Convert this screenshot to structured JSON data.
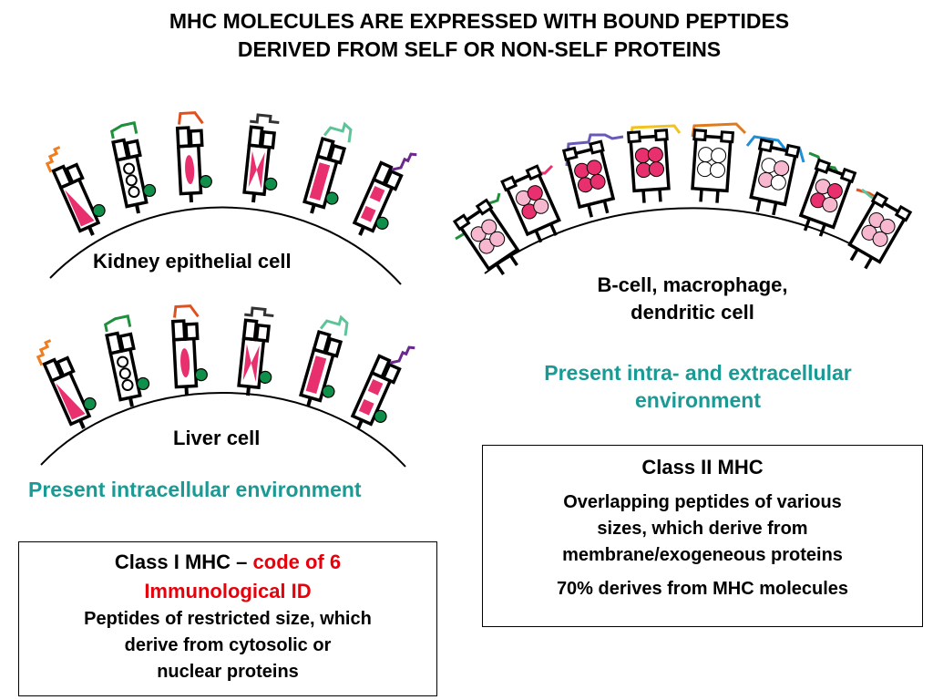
{
  "title": {
    "line1": "MHC MOLECULES ARE EXPRESSED WITH BOUND PEPTIDES",
    "line2": "DERIVED FROM SELF OR NON-SELF PROTEINS"
  },
  "cells": {
    "kidney_label": "Kidney epithelial cell",
    "liver_label": "Liver cell",
    "liver_caption": "Present intracellular environment",
    "apc_label_line1": "B-cell, macrophage,",
    "apc_label_line2": "dendritic cell",
    "apc_caption_line1": "Present intra- and extracellular",
    "apc_caption_line2": "environment"
  },
  "class1_box": {
    "heading_prefix": "Class I MHC – ",
    "heading_highlight_1": "code of 6",
    "heading_highlight_2": "Immunological ID",
    "body_line1": "Peptides of restricted size, which",
    "body_line2": "derive from cytosolic or",
    "body_line3": "nuclear proteins"
  },
  "class2_box": {
    "heading": "Class II MHC",
    "body_line1": "Overlapping peptides of various",
    "body_line2": "sizes, which derive from",
    "body_line3": "membrane/exogeneous proteins",
    "body_line4": "70% derives from MHC molecules"
  },
  "colors": {
    "teal": "#1a9a94",
    "red": "#e8000b",
    "peptide_orange": "#f07d1e",
    "peptide_green": "#1f8f3c",
    "peptide_red": "#e0501e",
    "peptide_mint": "#5fc39a",
    "peptide_purple": "#6a2a8c",
    "magenta": "#e8306e",
    "pink_light": "#f7b7cf",
    "beta2m_green": "#0f8f4a"
  },
  "icons": [
    "class-i-mhc-icon",
    "class-ii-mhc-icon",
    "peptide-icon",
    "beta2-microglobulin-icon",
    "cell-membrane-icon"
  ]
}
